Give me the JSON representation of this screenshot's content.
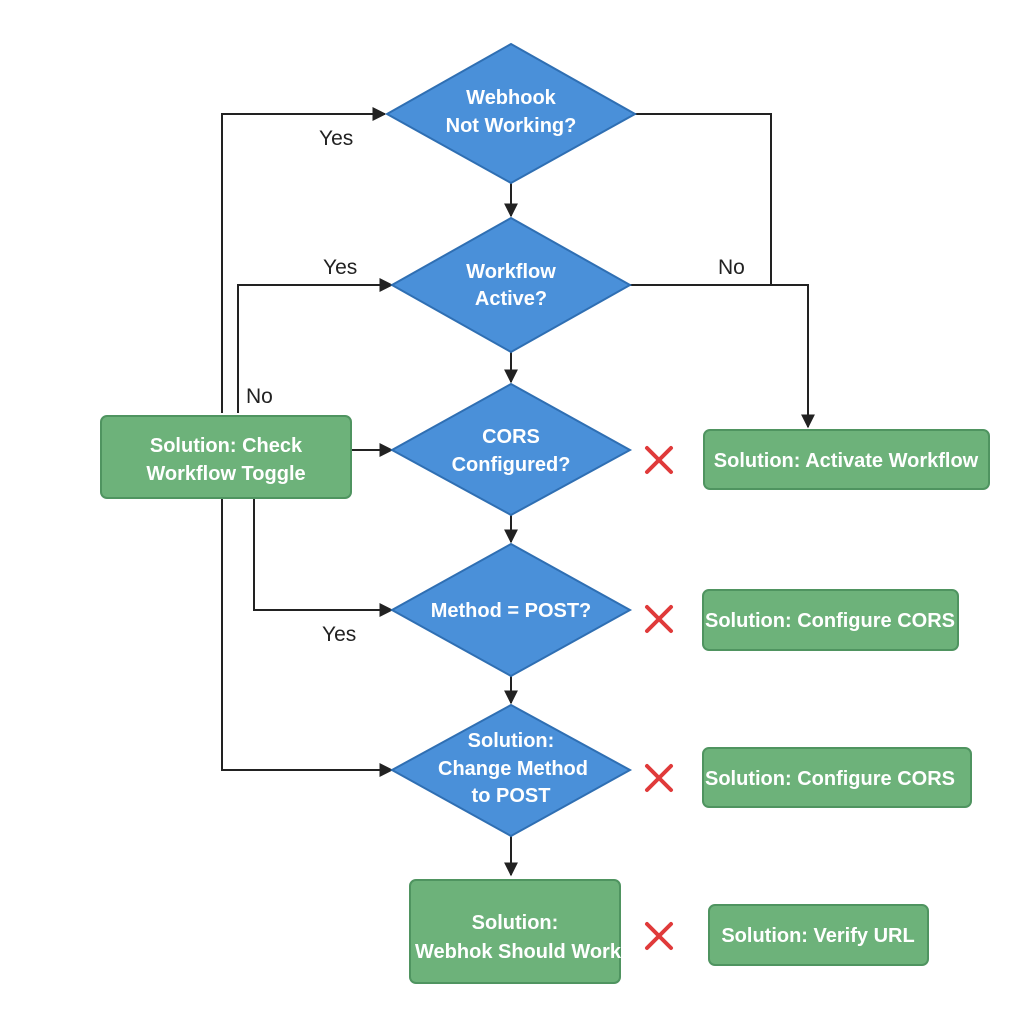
{
  "nodes": {
    "d1": [
      "Webhook",
      "Not Working?"
    ],
    "d2": [
      "Workflow",
      "Active?"
    ],
    "d3": [
      "CORS",
      "Configured?"
    ],
    "d4": [
      "Method = POST?"
    ],
    "d5": [
      "Solution:",
      "Change Method",
      "to POST"
    ],
    "check_toggle": [
      "Solution: Check",
      "Workflow Toggle"
    ],
    "activate": [
      "Solution: Activate Workflow"
    ],
    "configure_cors_1": [
      "Solution: Configure CORS"
    ],
    "configure_cors_2": [
      "Solution: Configure CORS"
    ],
    "should_work": [
      "Solution:",
      "Webhok Should Work"
    ],
    "verify_url": [
      "Solution: Verify URL"
    ]
  },
  "edge_labels": {
    "yes_top": "Yes",
    "yes_mid": "Yes",
    "yes_low": "Yes",
    "no_left": "No",
    "no_right": "No"
  },
  "colors": {
    "decision_fill": "#4a90d9",
    "solution_fill": "#6db27a",
    "x_mark": "#e03a3a"
  }
}
